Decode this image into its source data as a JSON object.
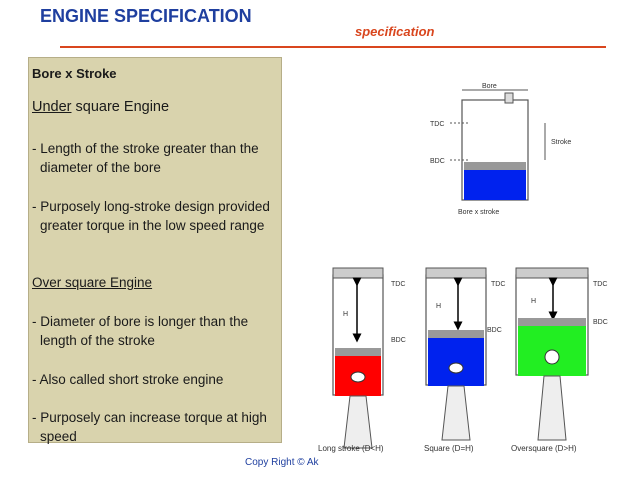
{
  "header": {
    "title": "ENGINE SPECIFICATION",
    "subtitle": "specification"
  },
  "panel": {
    "heading": "Bore x Stroke",
    "under_prefix": "Under",
    "under_rest": " square Engine",
    "under_points": [
      "- Length of the stroke greater than the diameter of the bore",
      "- Purposely long-stroke design provided greater torque in the low speed range"
    ],
    "over_heading": "Over square Engine",
    "over_points": [
      "- Diameter of bore is longer than the length of the stroke",
      "- Also called short stroke engine",
      "- Purposely can increase torque at high speed"
    ]
  },
  "top_diagram": {
    "bore_label": "Bore",
    "tdc": "TDC",
    "bdc": "BDC",
    "stroke_label": "Stroke",
    "caption": "Bore x stroke"
  },
  "pistons": [
    {
      "h_label": "H",
      "tdc": "TDC",
      "bdc": "BDC",
      "color": "#ff0000",
      "caption": "Long stroke (D<H)"
    },
    {
      "h_label": "H",
      "tdc": "TDC",
      "bdc": "BDC",
      "color": "#0022ee",
      "caption": "Square (D=H)"
    },
    {
      "h_label": "H",
      "tdc": "TDC",
      "bdc": "BDC",
      "color": "#22ee22",
      "caption": "Oversquare (D>H)"
    }
  ],
  "footer": {
    "text": "Copy Right © Ak"
  },
  "colors": {
    "title": "#1f3f9f",
    "accent": "#d9461e",
    "panel_bg": "#d9d3ad"
  }
}
